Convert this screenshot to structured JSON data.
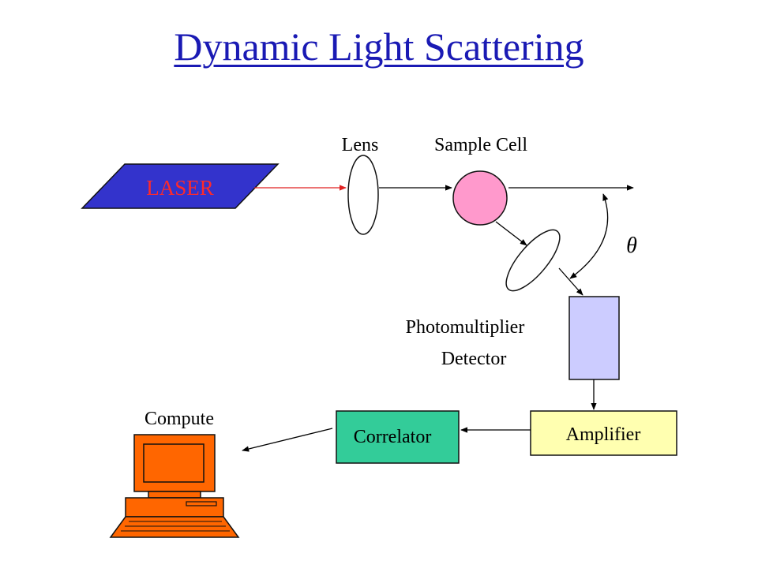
{
  "title": "Dynamic Light Scattering",
  "labels": {
    "lens": "Lens",
    "sample_cell": "Sample Cell",
    "laser": "LASER",
    "theta": "θ",
    "photomultiplier_line1": "Photomultiplier",
    "photomultiplier_line2": "Detector",
    "amplifier": "Amplifier",
    "correlator": "Correlator",
    "computer": "Compute"
  },
  "colors": {
    "title": "#1a1ab4",
    "laser_fill": "#3333cc",
    "laser_text": "#ff2a2a",
    "laser_beam": "#e02020",
    "sample_cell_fill": "#ff99cc",
    "detector_fill": "#ccccff",
    "amplifier_fill": "#ffffb0",
    "correlator_fill": "#33cc99",
    "computer_fill": "#ff6600"
  }
}
